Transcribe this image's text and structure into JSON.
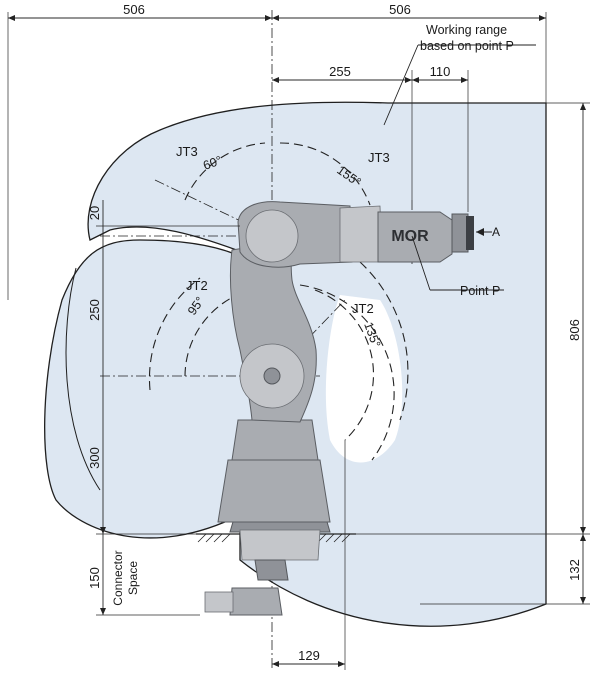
{
  "colors": {
    "working_range_fill": "#dde7f2",
    "working_range_stroke": "#1f1f1f",
    "robot_body": "#a9acb1",
    "line": "#2a2a2a"
  },
  "dimensions": {
    "top_left_width": "506",
    "top_right_width": "506",
    "reach_to_wrist": "255",
    "wrist_to_point_p": "110",
    "vertical_20": "20",
    "vertical_250": "250",
    "vertical_300": "300",
    "vertical_150": "150",
    "total_height": "806",
    "below_base": "132",
    "base_offset": "129"
  },
  "labels": {
    "working_range_line1": "Working range",
    "working_range_line2": "based on point P",
    "point_p": "Point P",
    "arrow_a": "A",
    "connector_line1": "Connector",
    "connector_line2": "Space"
  },
  "joints": {
    "jt3_left_name": "JT3",
    "jt3_left_angle": "60°",
    "jt3_right_name": "JT3",
    "jt3_right_angle": "155°",
    "jt2_left_name": "JT2",
    "jt2_left_angle": "95°",
    "jt2_right_name": "JT2",
    "jt2_right_angle": "135°"
  },
  "logo_text": "MOR"
}
